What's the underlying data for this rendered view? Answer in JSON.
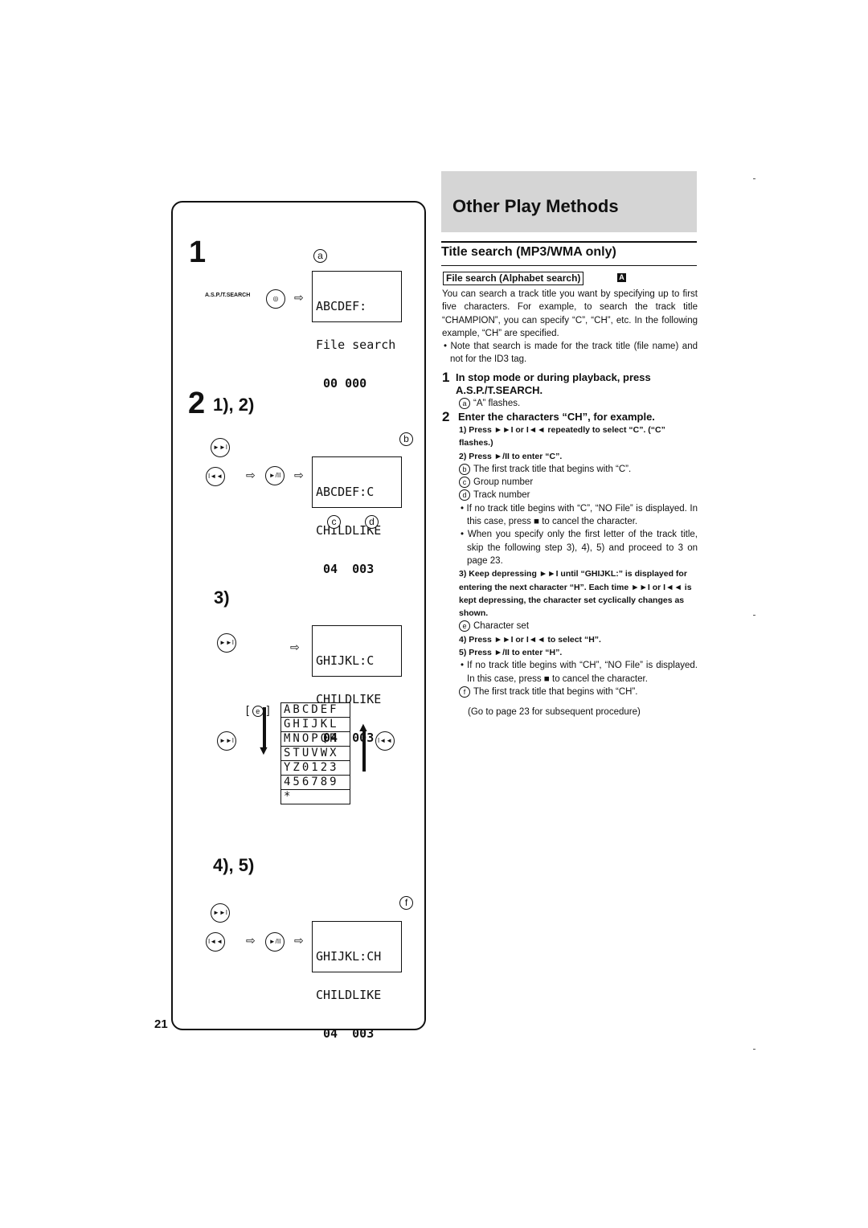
{
  "page_number": "21",
  "header": {
    "title": "Other Play Methods"
  },
  "section": {
    "title": "Title search (MP3/WMA only)",
    "subsection": "File search (Alphabet search)",
    "mode_badge": "A"
  },
  "intro": "You can search a track title you want by specifying up to first five characters. For example, to search the track title “CHAMPION”, you can specify “C”, “CH”, etc. In the following example, “CH” are specified.",
  "note": "• Note that search is made for the track title (file name) and not for the ID3 tag.",
  "step1": {
    "num": "1",
    "text": "In stop mode or during playback, press A.S.P./T.SEARCH.",
    "a": "“A” flashes."
  },
  "step2": {
    "num": "2",
    "text": "Enter the characters “CH”, for example.",
    "s1": "1) Press ►►I or I◄◄ repeatedly to select “C”. (“C” flashes.)",
    "s2": "2) Press ►/II to enter “C”.",
    "b": "The first track title that begins with “C”.",
    "c": "Group number",
    "d": "Track number",
    "bul1": "• If no track title begins with “C”, “NO File” is displayed. In this case, press ■ to cancel the character.",
    "bul2": "• When you specify only the first letter of the track title, skip the following step 3), 4), 5) and proceed to 3 on page 23.",
    "s3": "3) Keep depressing ►►I until “GHIJKL:” is displayed for entering the next character “H”. Each time ►►I or I◄◄ is kept depressing, the character set cyclically changes as shown.",
    "e": "Character set",
    "s4": "4) Press ►►I or I◄◄ to select “H”.",
    "s5": "5) Press ►/II to enter “H”.",
    "bul3": "• If no track title begins with “CH”, “NO File” is displayed. In this case, press ■ to cancel the character.",
    "f": "The first track title that begins with “CH”.",
    "goto": "(Go to page 23 for subsequent procedure)"
  },
  "illustration": {
    "step1_label": "1",
    "step2_label": "2",
    "step2_sub": "1), 2)",
    "step3_label": "3)",
    "step45_label": "4), 5)",
    "button_label": "A.S.P./T.SEARCH",
    "lcd1": [
      "ABCDEF:",
      "File search",
      " 00 000"
    ],
    "lcd2": [
      "ABCDEF:C",
      "CHILDLIKE",
      " 04  003"
    ],
    "lcd3": [
      "GHIJKL:C",
      "CHILDLIKE",
      " 04  003"
    ],
    "lcd4": [
      "GHIJKL:CH",
      "CHILDLIKE",
      " 04  003"
    ],
    "charset": [
      "ABCDEF",
      "GHIJKL",
      "MNOPQR",
      "STUVWX",
      "YZ0123",
      "456789",
      "*"
    ],
    "callouts": [
      "a",
      "b",
      "c",
      "d",
      "e",
      "f"
    ]
  }
}
